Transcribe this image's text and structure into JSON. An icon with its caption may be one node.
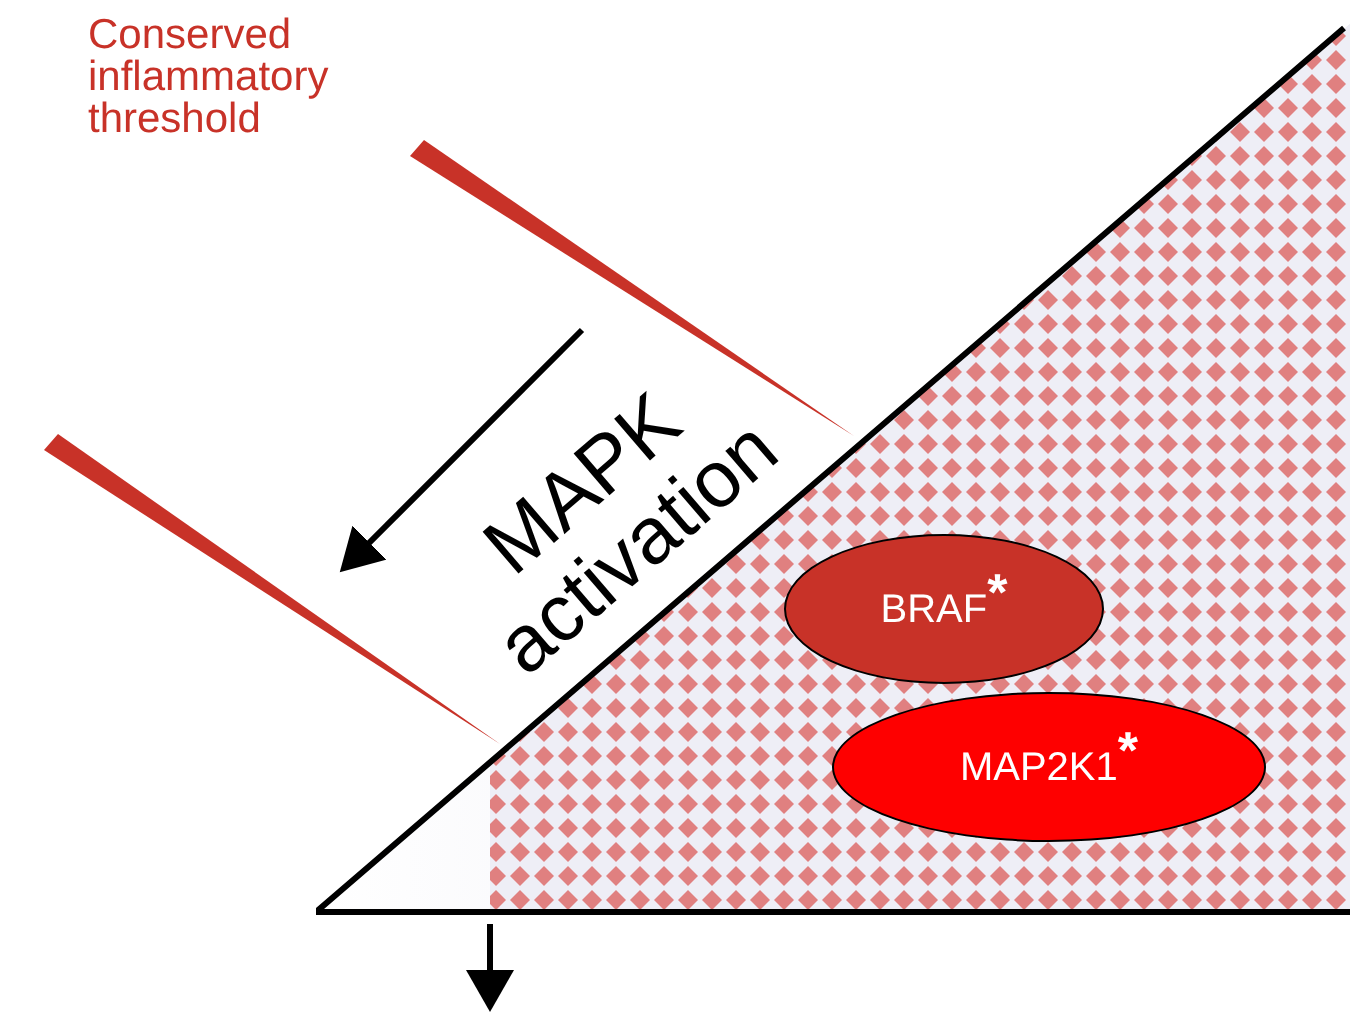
{
  "diagram": {
    "nodes": [
      {
        "text": [],
        "shape": "triangle"
      },
      {
        "text": [
          "BRAF$^{*}$"
        ],
        "in": 0
      },
      {
        "text": [
          "MAP2K1$^{*}$"
        ],
        "in": 0
      },
      {
        "text": [],
        "shape": "wedge"
      },
      {
        "text": [],
        "shape": "wedge"
      }
    ],
    "labels": [
      "Conserved inflammatory threshold",
      "MAPK activation"
    ]
  }
}
